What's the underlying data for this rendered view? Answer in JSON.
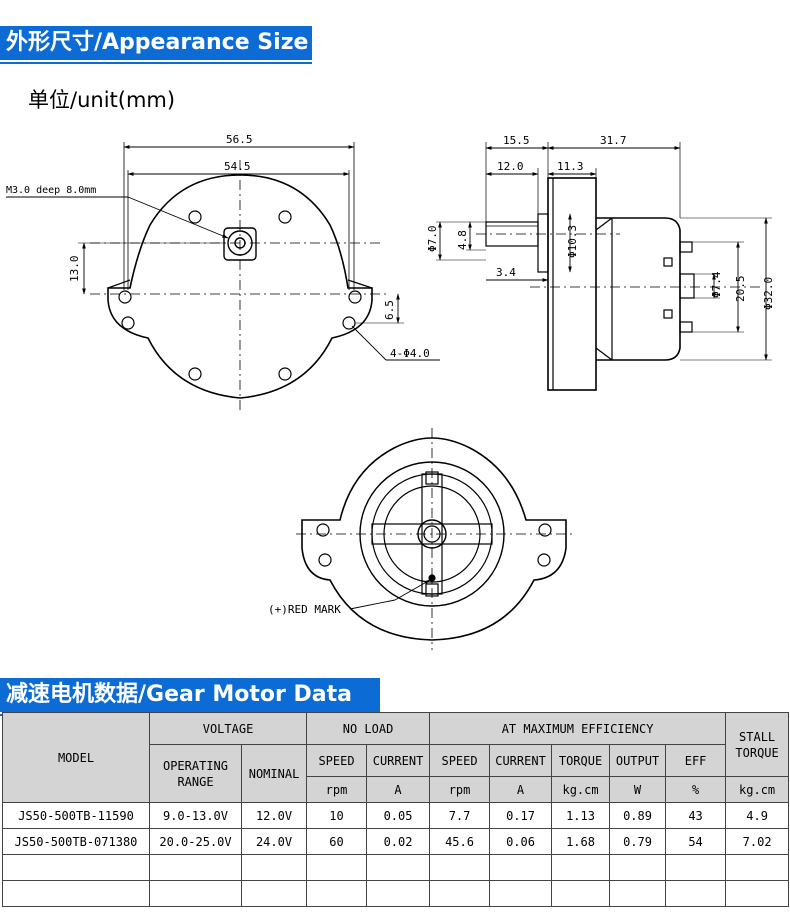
{
  "appearance": {
    "title": "外形尺寸/Appearance Size",
    "unit": "单位/unit(mm)"
  },
  "drawing": {
    "dims": {
      "overall_width": "56.5",
      "hole_span": "54.5",
      "screw": "M3.0 deep 8.0mm",
      "height_13": "13.0",
      "offset_6_5": "6.5",
      "holes": "4-Φ4.0",
      "shaft_len": "15.5",
      "body_len": "31.7",
      "shaft_12": "12.0",
      "boss_11_3": "11.3",
      "shaft_dia": "Φ7.0",
      "flat": "4.8",
      "boss_dia": "Φ10.3",
      "flange_3_4": "3.4",
      "bearing_dia": "Φ7.4",
      "terminal_span": "20.5",
      "motor_dia": "Φ32.0",
      "red_mark": "(+)RED MARK"
    }
  },
  "data_section": {
    "title": "减速电机数据/Gear Motor Data"
  },
  "table": {
    "model": "MODEL",
    "voltage": "VOLTAGE",
    "no_load": "NO LOAD",
    "max_eff": "AT MAXIMUM EFFICIENCY",
    "stall_torque": "STALL TORQUE",
    "operating_range": "OPERATING RANGE",
    "nominal": "NOMINAL",
    "speed": "SPEED",
    "current": "CURRENT",
    "torque": "TORQUE",
    "output": "OUTPUT",
    "eff": "EFF",
    "units": {
      "nl_speed": "rpm",
      "nl_current": "A",
      "me_speed": "rpm",
      "me_current": "A",
      "me_torque": "kg.cm",
      "me_output": "W",
      "me_eff": "%",
      "stall": "kg.cm"
    },
    "rows": [
      {
        "model": "JS50-500TB-11590",
        "range": "9.0-13.0V",
        "nominal": "12.0V",
        "nl_speed": "10",
        "nl_current": "0.05",
        "me_speed": "7.7",
        "me_current": "0.17",
        "me_torque": "1.13",
        "me_output": "0.89",
        "me_eff": "43",
        "stall": "4.9"
      },
      {
        "model": "JS50-500TB-071380",
        "range": "20.0-25.0V",
        "nominal": "24.0V",
        "nl_speed": "60",
        "nl_current": "0.02",
        "me_speed": "45.6",
        "me_current": "0.06",
        "me_torque": "1.68",
        "me_output": "0.79",
        "me_eff": "54",
        "stall": "7.02"
      }
    ]
  }
}
